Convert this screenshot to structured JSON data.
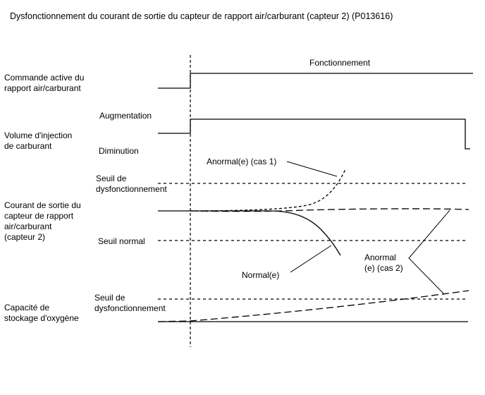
{
  "title": "Dysfonctionnement du courant de sortie du capteur de rapport air/carburant (capteur 2) (P013616)",
  "rows": {
    "active_command": "Commande active du\nrapport air/carburant",
    "injection_volume": "Volume d'injection\nde carburant",
    "output_current": "Courant de sortie du\ncapteur de rapport\nair/carburant\n(capteur 2)",
    "oxygen_storage": "Capacité de\nstockage d'oxygène"
  },
  "annotations": {
    "operation": "Fonctionnement",
    "increase": "Augmentation",
    "decrease": "Diminution",
    "malfunction_threshold_1": "Seuil de\ndysfonctionnement",
    "normal_threshold": "Seuil normal",
    "malfunction_threshold_2": "Seuil de\ndysfonctionnement",
    "abnormal_case1": "Anormal(e) (cas 1)",
    "abnormal_case2": "Anormal\n(e) (cas 2)",
    "normal": "Normal(e)"
  }
}
